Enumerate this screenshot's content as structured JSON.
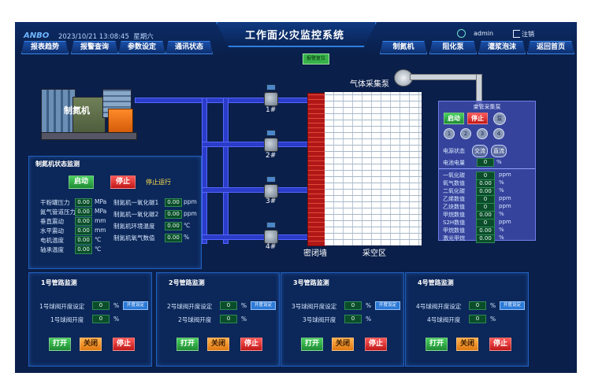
{
  "header": {
    "logo": "ANBO",
    "datetime": "2023/10/21 13:08:45",
    "weekday": "星期六",
    "title": "工作面火灾监控系统",
    "user": "admin",
    "logout": "注销",
    "alarm_reset": "报警复位",
    "left_nav": [
      "报表趋势",
      "报警查询",
      "参数设定",
      "通讯状态"
    ],
    "right_nav": [
      "制氮机",
      "阻化泵",
      "灌浆泡沫",
      "返回首页"
    ]
  },
  "scene": {
    "machine_label": "制氮机",
    "valve_labels": [
      "1#",
      "2#",
      "3#",
      "4#"
    ],
    "gas_pump_label": "气体采集泵",
    "wall_label": "密闭墙",
    "goaf_label": "采空区"
  },
  "pump_panel": {
    "title": "束管采集泵",
    "start": "启动",
    "stop": "停止",
    "pump": "泵",
    "numbers": [
      "1",
      "2",
      "3",
      "4"
    ],
    "power_status_label": "电源状态",
    "ac": "交流",
    "dc": "直流",
    "battery_label": "电池电量",
    "battery_value": "0",
    "battery_unit": "%",
    "gas_rows": [
      {
        "label": "一氧化碳",
        "value": "0",
        "unit": "ppm"
      },
      {
        "label": "氧气数值",
        "value": "0.00",
        "unit": "%"
      },
      {
        "label": "二氧化碳",
        "value": "0.00",
        "unit": "%"
      },
      {
        "label": "乙烯数值",
        "value": "0",
        "unit": "ppm"
      },
      {
        "label": "乙炔数值",
        "value": "0",
        "unit": "ppm"
      },
      {
        "label": "甲烷数值",
        "value": "0.00",
        "unit": "%"
      },
      {
        "label": "S2H数值",
        "value": "0",
        "unit": "ppm"
      },
      {
        "label": "甲烷数值",
        "value": "0.00",
        "unit": "%"
      },
      {
        "label": "激光甲烷",
        "value": "0.00",
        "unit": "%"
      }
    ]
  },
  "nitrogen_panel": {
    "title": "制氮机状态监测",
    "start": "启动",
    "stop": "停止",
    "status": "停止运行",
    "left_rows": [
      {
        "label": "干粉罐压力",
        "value": "0.00",
        "unit": "MPa"
      },
      {
        "label": "氮气管道压力",
        "value": "0.00",
        "unit": "MPa"
      },
      {
        "label": "垂直震动",
        "value": "0.00",
        "unit": "mm"
      },
      {
        "label": "水平震动",
        "value": "0.00",
        "unit": "mm"
      },
      {
        "label": "电机温度",
        "value": "0.00",
        "unit": "℃"
      },
      {
        "label": "轴承温度",
        "value": "0.00",
        "unit": "℃"
      }
    ],
    "right_rows": [
      {
        "label": "制氮机一氧化碳1",
        "value": "0.00",
        "unit": "ppm"
      },
      {
        "label": "制氮机一氧化碳2",
        "value": "0.00",
        "unit": "ppm"
      },
      {
        "label": "制氮机环境温度",
        "value": "0.00",
        "unit": "℃"
      },
      {
        "label": "制氮机氧气数值",
        "value": "0.00",
        "unit": "%"
      }
    ]
  },
  "pipe_panels": [
    {
      "title": "1号管路监测",
      "set_label": "1号球阀开度设定",
      "set_value": "0",
      "unit": "%",
      "set_btn": "开度设定",
      "open_label": "1号球阀开度",
      "open_value": "0",
      "btn_open": "打开",
      "btn_close": "关闭",
      "btn_stop": "停止"
    },
    {
      "title": "2号管路监测",
      "set_label": "2号球阀开度设定",
      "set_value": "0",
      "unit": "%",
      "set_btn": "开度设定",
      "open_label": "2号球阀开度",
      "open_value": "0",
      "btn_open": "打开",
      "btn_close": "关闭",
      "btn_stop": "停止"
    },
    {
      "title": "3号管路监测",
      "set_label": "3号球阀开度设定",
      "set_value": "0",
      "unit": "%",
      "set_btn": "开度设定",
      "open_label": "3号球阀开度",
      "open_value": "0",
      "btn_open": "打开",
      "btn_close": "关闭",
      "btn_stop": "停止"
    },
    {
      "title": "4号管路监测",
      "set_label": "4号球阀开度设定",
      "set_value": "0",
      "unit": "%",
      "set_btn": "开度设定",
      "open_label": "4号球阀开度",
      "open_value": "0",
      "btn_open": "打开",
      "btn_close": "关闭",
      "btn_stop": "停止"
    }
  ]
}
